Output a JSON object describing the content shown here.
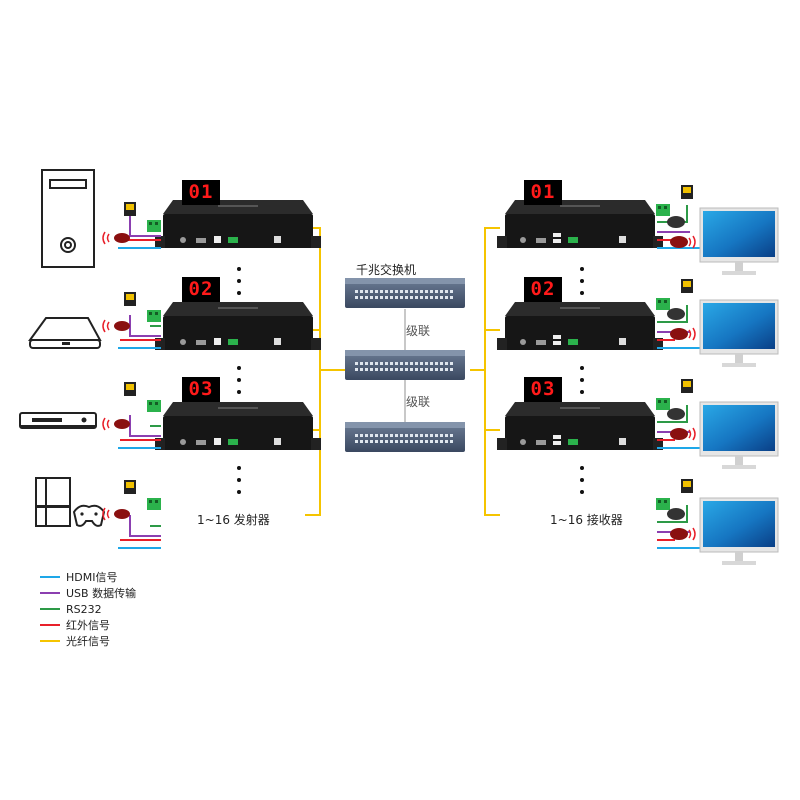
{
  "switch": {
    "label": "千兆交换机",
    "cascade_label": "级联"
  },
  "transmitters": {
    "label": "1~16 发射器",
    "ids": [
      "01",
      "02",
      "03"
    ]
  },
  "receivers": {
    "label": "1~16 接收器",
    "ids": [
      "01",
      "02",
      "03"
    ]
  },
  "legend": [
    {
      "label": "HDMI信号",
      "color": "#1ea7e8"
    },
    {
      "label": "USB 数据传输",
      "color": "#8b3fb0"
    },
    {
      "label": "RS232",
      "color": "#2d9a47"
    },
    {
      "label": "红外信号",
      "color": "#e8202a"
    },
    {
      "label": "光纤信号",
      "color": "#f5c400"
    }
  ],
  "sources": [
    "pc-tower-icon",
    "media-box-icon",
    "dvd-player-icon",
    "game-console-icon"
  ],
  "colors": {
    "fiber": "#f5c400",
    "hdmi": "#1ea7e8",
    "usb": "#8b3fb0",
    "rs232": "#2d9a47",
    "ir": "#e8202a",
    "unit": "#1a1a1a",
    "switch": "#4a5a72",
    "id_digit": "#ff1a1a"
  }
}
